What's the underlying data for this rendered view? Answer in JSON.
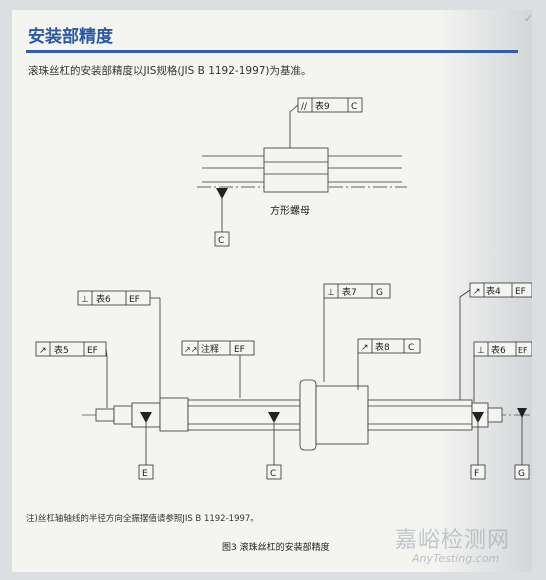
{
  "title": "安装部精度",
  "intro": "滚珠丝杠的安装部精度以JIS规格(JIS B 1192-1997)为基准。",
  "top_figure": {
    "tolerance_frame": {
      "symbol": "//",
      "ref": "表9",
      "datum": "C"
    },
    "nut_label": "方形螺母",
    "datum_letter": "C"
  },
  "callouts": {
    "table6_ef": {
      "symbol": "⊥",
      "ref": "表6",
      "datum": "EF"
    },
    "table7_g": {
      "symbol": "⊥",
      "ref": "表7",
      "datum": "G"
    },
    "table4_ef": {
      "symbol": "↗",
      "ref": "表4",
      "datum": "EF"
    },
    "table5_ef": {
      "symbol": "↗",
      "ref": "表5",
      "datum": "EF"
    },
    "note_ef": {
      "symbol": "↗↗",
      "ref": "注释",
      "datum": "EF"
    },
    "table8_c": {
      "symbol": "↗",
      "ref": "表8",
      "datum": "C"
    },
    "table6b_ef": {
      "symbol": "⊥",
      "ref": "表6",
      "datum": "EF"
    }
  },
  "datums": {
    "e": "E",
    "c": "C",
    "f": "F",
    "g": "G"
  },
  "note": "注)丝杠轴轴线的半径方向全振摆值请参照JIS B 1192-1997。",
  "caption": "图3  滚珠丝杠的安装部精度",
  "watermark": {
    "cn": "嘉峪检测网",
    "en": "AnyTesting.com"
  }
}
